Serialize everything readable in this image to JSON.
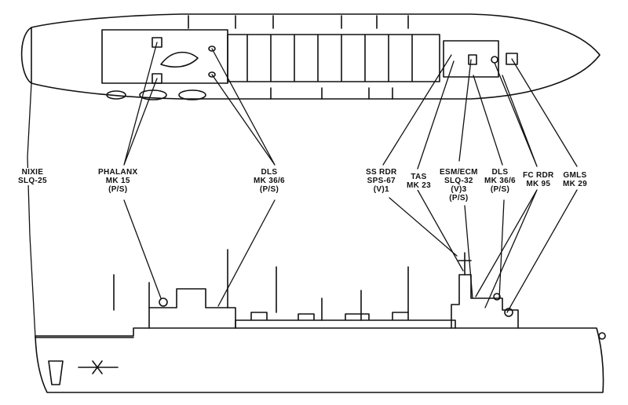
{
  "labels": {
    "nixie": [
      "NIXIE",
      "SLQ-25"
    ],
    "phalanx": [
      "PHALANX",
      "MK 15",
      "(P/S)"
    ],
    "dls_fwd": [
      "DLS",
      "MK 36/6",
      "(P/S)"
    ],
    "ss_rdr": [
      "SS RDR",
      "SPS-67",
      "(V)1"
    ],
    "tas": [
      "TAS",
      "MK 23"
    ],
    "esm_ecm": [
      "ESM/ECM",
      "SLQ-32",
      "(V)3",
      "(P/S)"
    ],
    "dls_aft": [
      "DLS",
      "MK 36/6",
      "(P/S)"
    ],
    "fc_rdr": [
      "FC RDR",
      "MK 95"
    ],
    "gmls": [
      "GMLS",
      "MK 29"
    ]
  },
  "colors": {
    "ink": "#111111",
    "paper": "#ffffff"
  }
}
